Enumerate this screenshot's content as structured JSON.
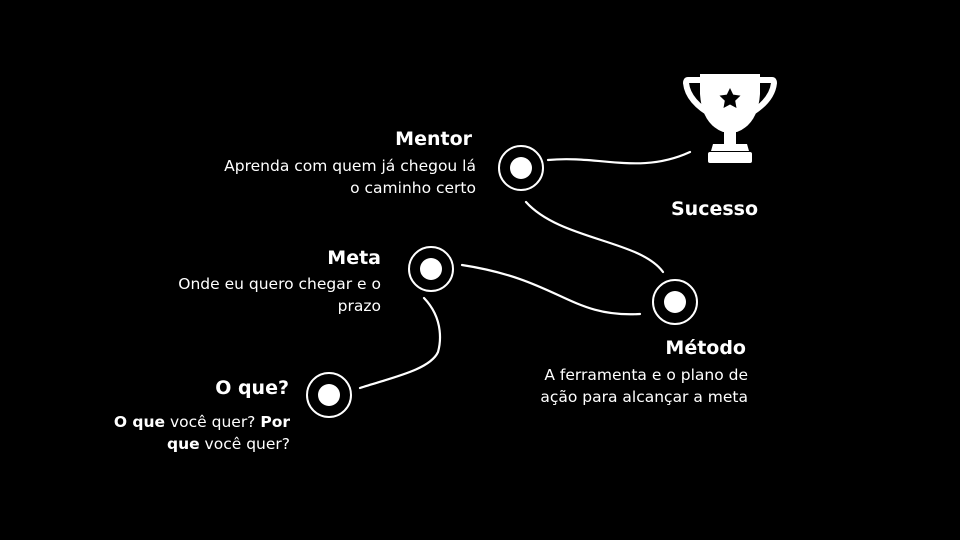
{
  "colors": {
    "background": "#000000",
    "foreground": "#ffffff"
  },
  "sucesso": {
    "label": "Sucesso",
    "icon": "trophy-icon"
  },
  "mentor": {
    "title": "Mentor",
    "desc": "Aprenda com quem já chegou lá o caminho certo"
  },
  "meta": {
    "title": "Meta",
    "desc_line1": "Onde eu quero chegar e o",
    "desc_line2": "prazo"
  },
  "metodo": {
    "title": "Método",
    "desc_line1": "A ferramenta e o plano de",
    "desc_line2": "ação para alcançar a meta"
  },
  "oque": {
    "title": "O que?",
    "q1_bold": "O que",
    "q1_rest": " você quer? ",
    "q2_bold_a": "Por",
    "q2_bold_b": "que",
    "q2_rest": " você quer?"
  }
}
